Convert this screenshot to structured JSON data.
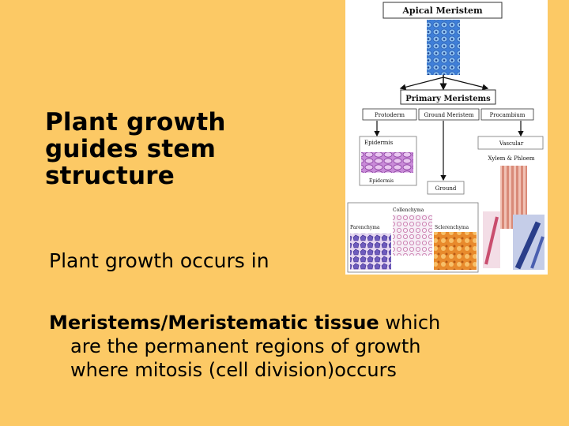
{
  "slide": {
    "title_lines": [
      "Plant growth",
      "guides stem",
      "structure"
    ],
    "subline": "Plant growth occurs in",
    "body": {
      "bold": "Meristems/Meristematic tissue",
      "rest_line1": " which",
      "line2": "are the permanent regions of growth",
      "line3": "where mitosis (cell division)occurs"
    }
  },
  "diagram": {
    "apical": "Apical Meristem",
    "primary": "Primary Meristems",
    "protoderm": "Protoderm",
    "ground_meristem": "Ground Meristem",
    "procambium": "Procambium",
    "epidermis": "Epidermis",
    "epidermis_caption": "Epidermis",
    "ground": "Ground",
    "vascular": "Vascular",
    "xylem_phloem": "Xylem & Phloem",
    "collenchyma": "Collenchyma",
    "parenchyma": "Parenchyma",
    "sclerenchyma": "Sclerenchyma"
  },
  "colors": {
    "background": "#fcc965",
    "diagram_bg": "#ffffff"
  }
}
